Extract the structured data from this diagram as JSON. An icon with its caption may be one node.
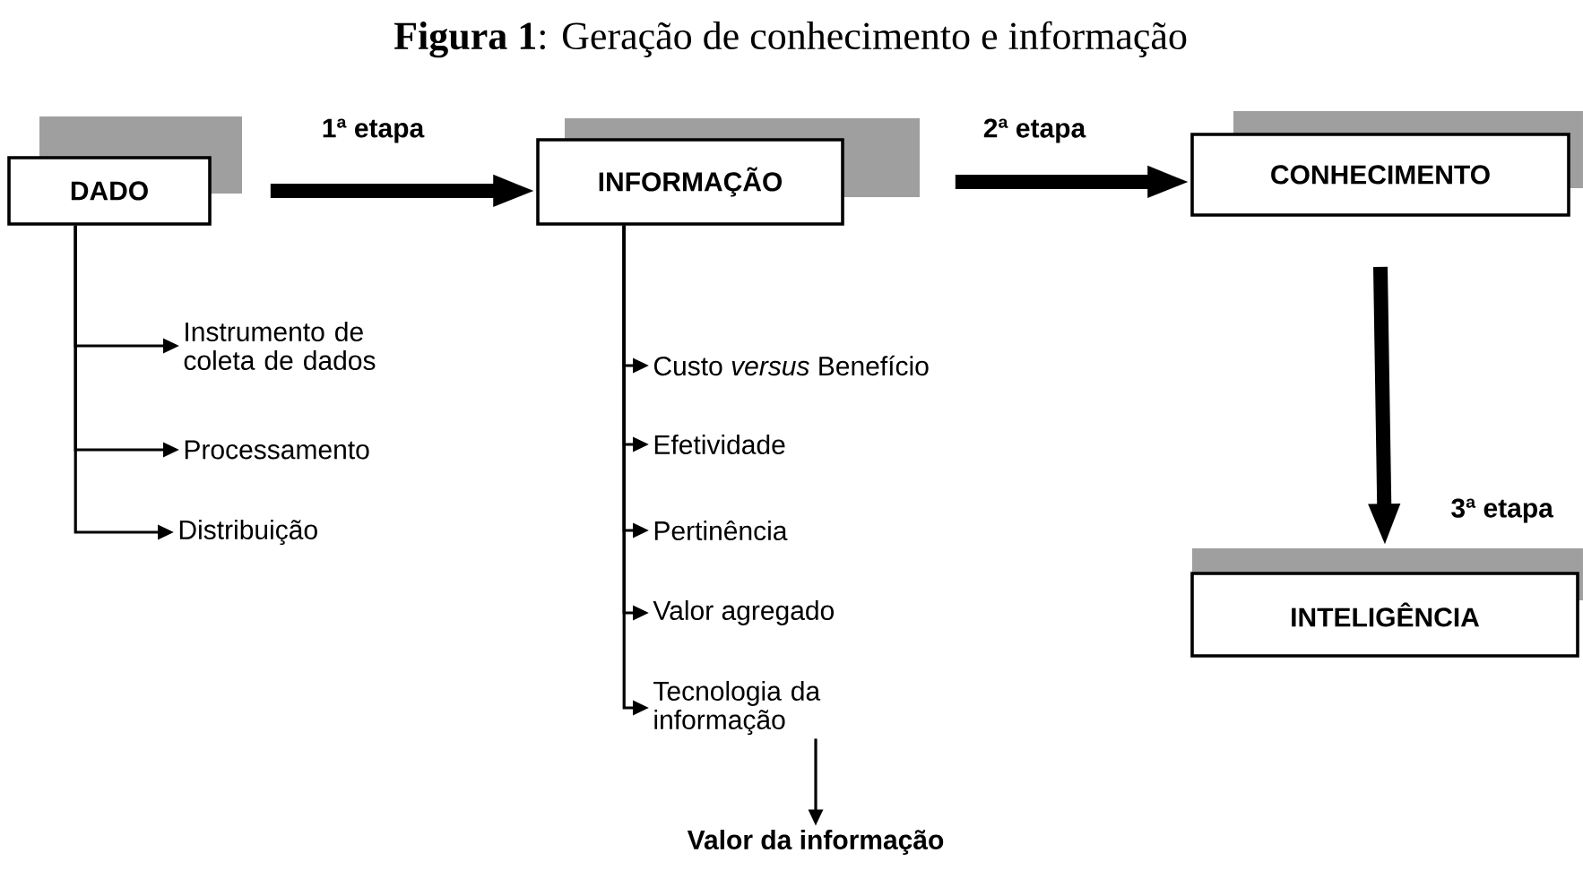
{
  "diagram": {
    "title": "**Figura 1**: Geração de conhecimento e informação",
    "nodes": [
      {
        "text": [
          "DADO"
        ]
      },
      {
        "text": [
          "INFORMAÇÃO"
        ]
      },
      {
        "text": [
          "CONHECIMENTO"
        ]
      },
      {
        "text": [
          "INTELIGÊNCIA"
        ]
      },
      {
        "text": [
          "Instrumento de coleta de dados"
        ]
      },
      {
        "text": [
          "Processamento"
        ]
      },
      {
        "text": [
          "Distribuição"
        ]
      },
      {
        "text": [
          "Custo *versus* Benefício"
        ]
      },
      {
        "text": [
          "Efetividade"
        ]
      },
      {
        "text": [
          "Pertinência"
        ]
      },
      {
        "text": [
          "Valor agregado"
        ]
      },
      {
        "text": [
          "Tecnologia da informação"
        ]
      },
      {
        "text": [
          "Valor da informação"
        ]
      }
    ],
    "edges": [
      {
        "from": 0,
        "to": 1,
        "arrow": "to",
        "label": "1ª etapa",
        "style": "thick"
      },
      {
        "from": 1,
        "to": 2,
        "arrow": "to",
        "label": "2ª etapa",
        "style": "thick"
      },
      {
        "from": 2,
        "to": 3,
        "arrow": "to",
        "label": "3ª etapa",
        "style": "thick"
      },
      {
        "from": 0,
        "to": 4,
        "arrow": "to"
      },
      {
        "from": 0,
        "to": 5,
        "arrow": "to"
      },
      {
        "from": 0,
        "to": 6,
        "arrow": "to"
      },
      {
        "from": 1,
        "to": 7,
        "arrow": "to"
      },
      {
        "from": 1,
        "to": 8,
        "arrow": "to"
      },
      {
        "from": 1,
        "to": 9,
        "arrow": "to"
      },
      {
        "from": 1,
        "to": 10,
        "arrow": "to"
      },
      {
        "from": 1,
        "to": 11,
        "arrow": "to"
      },
      {
        "from": 11,
        "to": 12,
        "arrow": "to"
      }
    ]
  }
}
